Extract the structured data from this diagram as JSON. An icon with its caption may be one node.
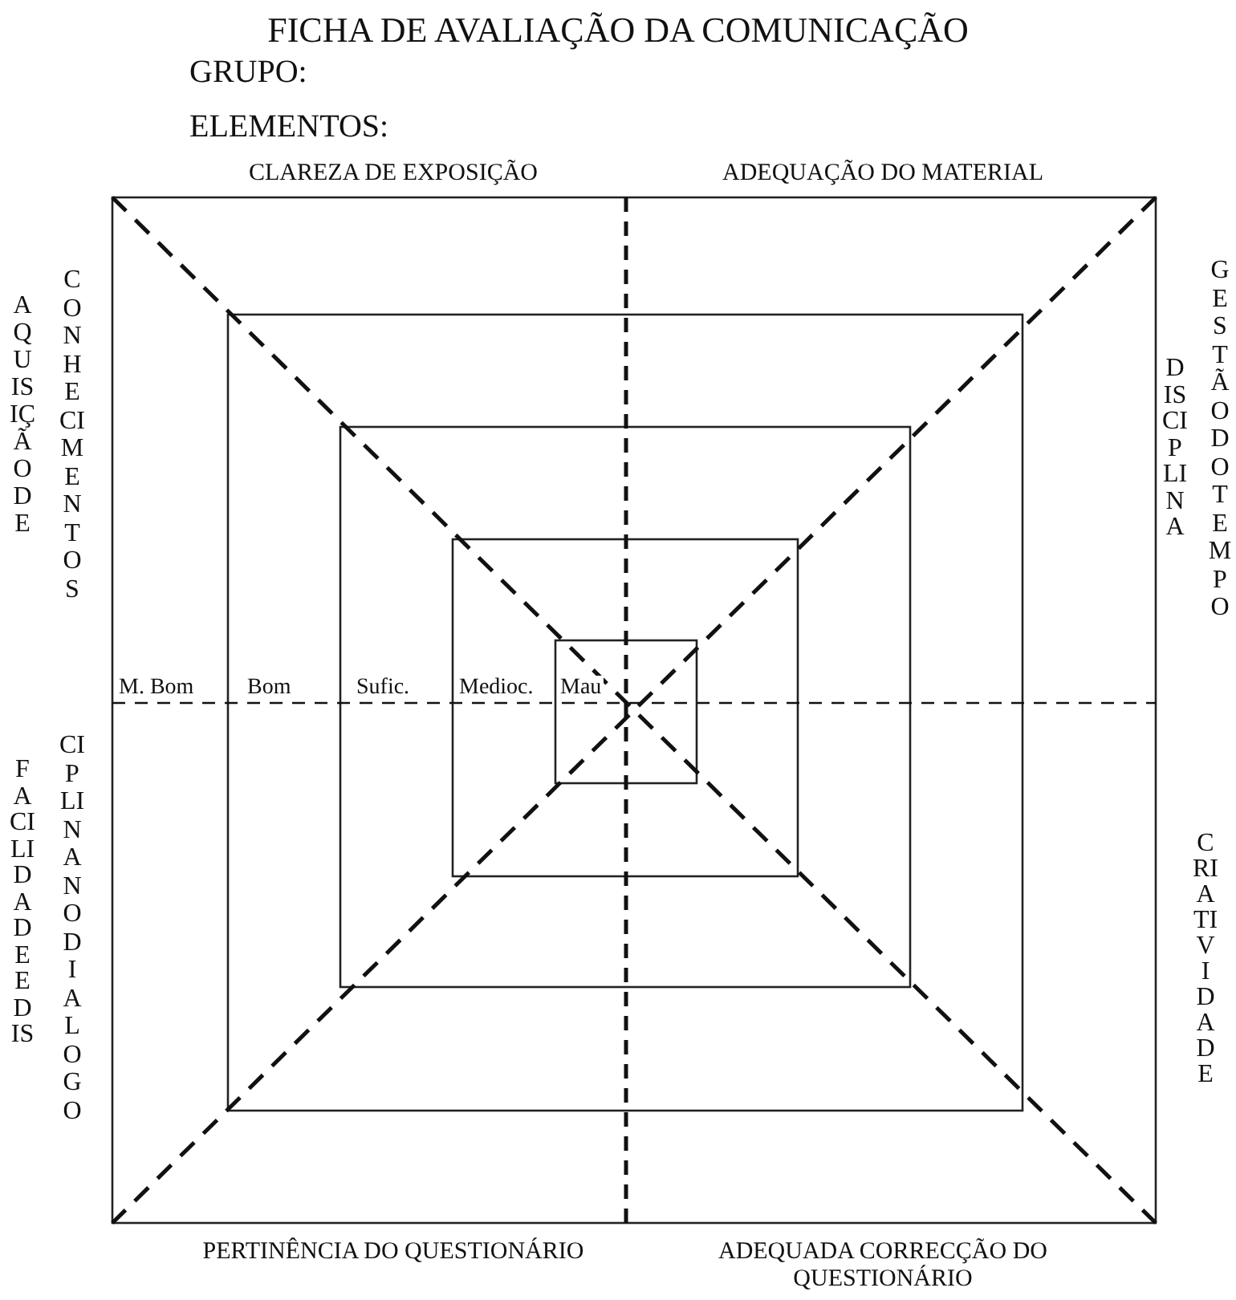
{
  "diagram": {
    "title": "FICHA DE AVALIAÇÃO DA COMUNICAÇÃO",
    "labels": [
      "GRUPO:",
      "ELEMENTOS:",
      "CLAREZA DE EXPOSIÇÃO",
      "ADEQUAÇÃO DO MATERIAL",
      "AQUISIÇÃO DE",
      "CONHECIMENTOS",
      "DISCIPLINA",
      "GESTÃO DO TEMPO",
      "M. Bom",
      "Bom",
      "Sufic.",
      "Medioc.",
      "Mau",
      "FACILIDADE E DIS",
      "CIPLINA NO DIALOGO",
      "CRIATIVIDADE",
      "PERTINÊNCIA DO QUESTIONÁRIO",
      "ADEQUADA CORRECÇÃO DO QUESTIONÁRIO"
    ]
  }
}
